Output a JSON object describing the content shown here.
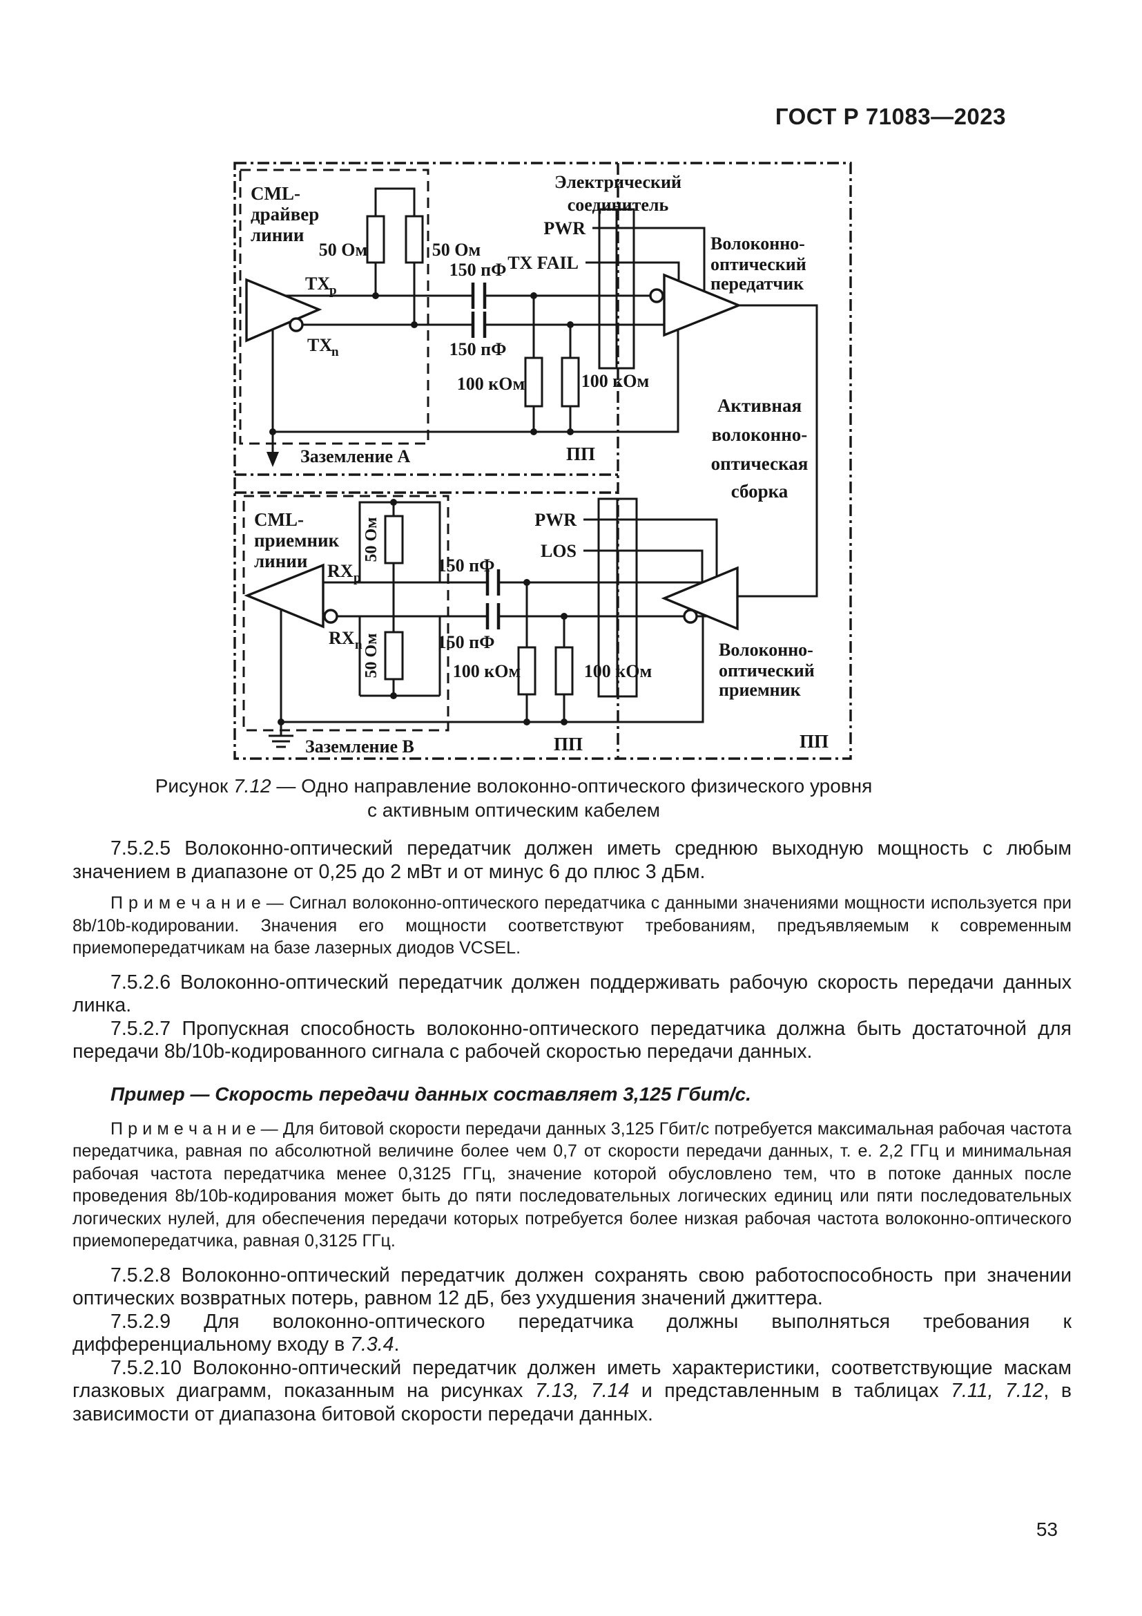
{
  "page": {
    "header": "ГОСТ Р 71083—2023",
    "number": "53"
  },
  "figure": {
    "caption_runs": [
      {
        "t": "Рисунок "
      },
      {
        "t": "7.12",
        "i": true
      },
      {
        "t": " — Одно направление волоконно-оптического физического уровня"
      }
    ],
    "caption_line2": "с активным оптическим кабелем",
    "labels": {
      "cml_driver": [
        "CML-",
        "драйвер",
        "линии"
      ],
      "cml_receiver": [
        "CML-",
        "приемник",
        "линии"
      ],
      "elec_conn": [
        "Электрический",
        "соединитель"
      ],
      "fo_tx": [
        "Волоконно-",
        "оптический",
        "передатчик"
      ],
      "fo_rx": [
        "Волоконно-",
        "оптический",
        "приемник"
      ],
      "active_asm": [
        "Активная",
        "волоконно-",
        "оптическая",
        "сборка"
      ],
      "r50": "50 Ом",
      "r100": "100 кОм",
      "c150": "150 пФ",
      "pwr": "PWR",
      "tx_fail": "TX FAIL",
      "los": "LOS",
      "tx": "TX",
      "rx": "RX",
      "sub_p": "p",
      "sub_n": "n",
      "gnd_a": "Заземление А",
      "gnd_b": "Заземление B",
      "pp": "ПП"
    }
  },
  "paragraphs": [
    {
      "id": "7.5.2.5",
      "runs": [
        {
          "t": "7.5.2.5 Волоконно-оптический передатчик должен иметь среднюю выходную мощность с любым значением в диапазоне от 0,25 до 2 мВт и от минус 6 до плюс 3 дБм."
        }
      ]
    },
    {
      "id": "note-1",
      "runs": [
        {
          "t": "П р и м е ч а н и е — Сигнал волоконно-оптического передатчика с данными значениями мощности используется при 8b/10b-кодировании. Значения его мощности соответствуют требованиям, предъявляемым к современным приемопередатчикам на базе лазерных диодов VCSEL."
        }
      ]
    },
    {
      "id": "7.5.2.6",
      "runs": [
        {
          "t": "7.5.2.6 Волоконно-оптический передатчик должен поддерживать рабочую скорость передачи данных линка."
        }
      ]
    },
    {
      "id": "7.5.2.7",
      "runs": [
        {
          "t": "7.5.2.7 Пропускная способность волоконно-оптического передатчика должна быть достаточной для передачи 8b/10b-кодированного сигнала с рабочей скоростью передачи данных."
        }
      ]
    },
    {
      "id": "example",
      "runs": [
        {
          "t": "Пример — Скорость передачи данных составляет 3,125 Гбит/с."
        }
      ]
    },
    {
      "id": "note-2",
      "runs": [
        {
          "t": "П р и м е ч а н и е — Для битовой скорости передачи данных 3,125 Гбит/с потребуется максимальная рабочая частота передатчика, равная по абсолютной величине более чем 0,7 от скорости передачи данных, т. е. 2,2 ГГц и минимальная рабочая частота передатчика менее 0,3125 ГГц, значение которой обусловлено тем, что в потоке данных после проведения 8b/10b-кодирования может быть до пяти последовательных логических единиц или пяти последовательных логических нулей, для обеспечения передачи которых потребуется более низкая рабочая частота волоконно-оптического приемопередатчика, равная 0,3125 ГГц."
        }
      ]
    },
    {
      "id": "7.5.2.8",
      "runs": [
        {
          "t": "7.5.2.8 Волоконно-оптический передатчик должен сохранять свою работоспособность при значении оптических возвратных потерь, равном 12 дБ, без ухудшения значений джиттера."
        }
      ]
    },
    {
      "id": "7.5.2.9",
      "runs": [
        {
          "t": "7.5.2.9 Для волоконно-оптического передатчика должны выполняться требования к дифференциальному входу в "
        },
        {
          "t": "7.3.4",
          "i": true
        },
        {
          "t": "."
        }
      ]
    },
    {
      "id": "7.5.2.10",
      "runs": [
        {
          "t": "7.5.2.10 Волоконно-оптический передатчик должен иметь характеристики, соответствующие маскам глазковых диаграмм, показанным на рисунках "
        },
        {
          "t": "7.13, 7.14",
          "i": true
        },
        {
          "t": " и представленным в таблицах "
        },
        {
          "t": "7.11, 7.12",
          "i": true
        },
        {
          "t": ", в зависимости от диапазона битовой скорости передачи данных."
        }
      ]
    }
  ]
}
